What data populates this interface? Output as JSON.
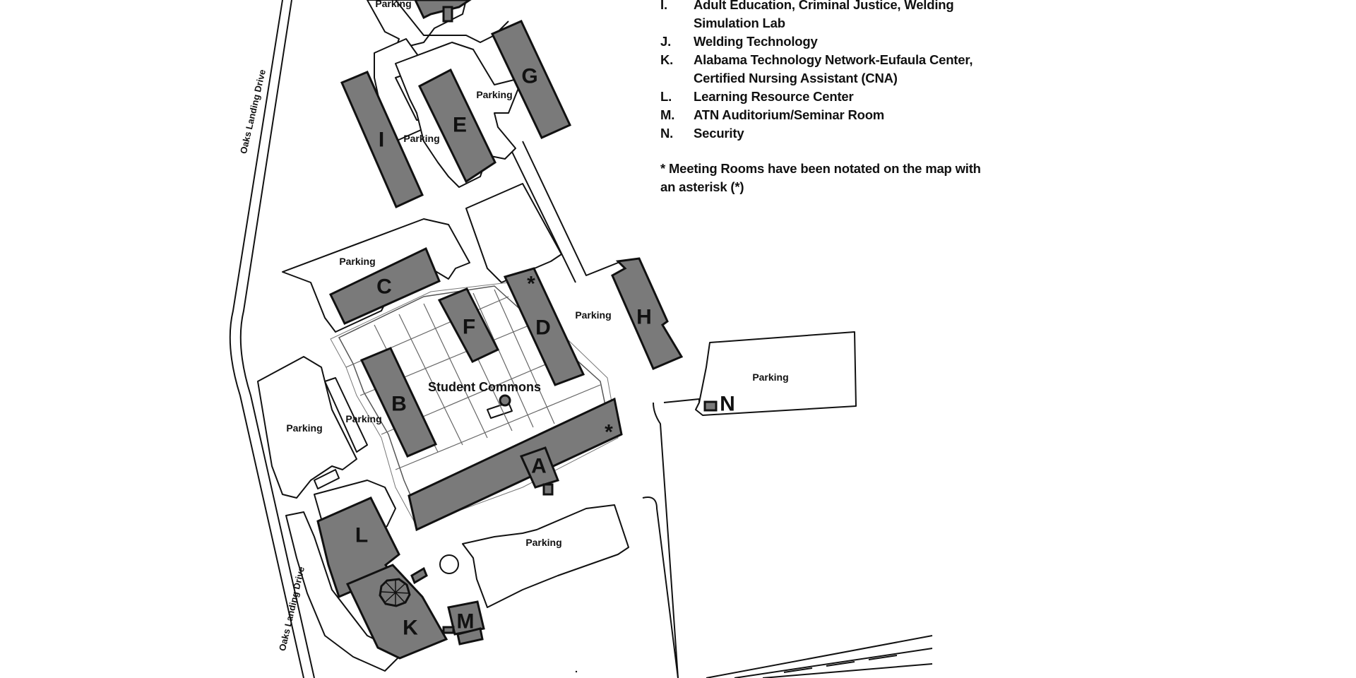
{
  "map": {
    "buildings": {
      "A": "A",
      "B": "B",
      "C": "C",
      "D": "D",
      "E": "E",
      "F": "F",
      "G": "G",
      "H": "H",
      "I": "I",
      "K": "K",
      "L": "L",
      "M": "M",
      "N": "N"
    },
    "parking_label": "Parking",
    "student_commons": "Student Commons",
    "road_name": "Oaks Landing Drive",
    "meeting_room_mark": "*"
  },
  "legend": {
    "items": [
      {
        "key": "I.",
        "text": "Adult Education, Criminal Justice, Welding Simulation Lab"
      },
      {
        "key": "J.",
        "text": "Welding Technology"
      },
      {
        "key": "K.",
        "text": "Alabama Technology Network-Eufaula Center, Certified Nursing Assistant (CNA)"
      },
      {
        "key": "L.",
        "text": "Learning Resource Center"
      },
      {
        "key": "M.",
        "text": "ATN Auditorium/Seminar Room"
      },
      {
        "key": "N.",
        "text": "Security"
      }
    ],
    "note": "* Meeting Rooms have been notated on the map with an asterisk (*)"
  }
}
